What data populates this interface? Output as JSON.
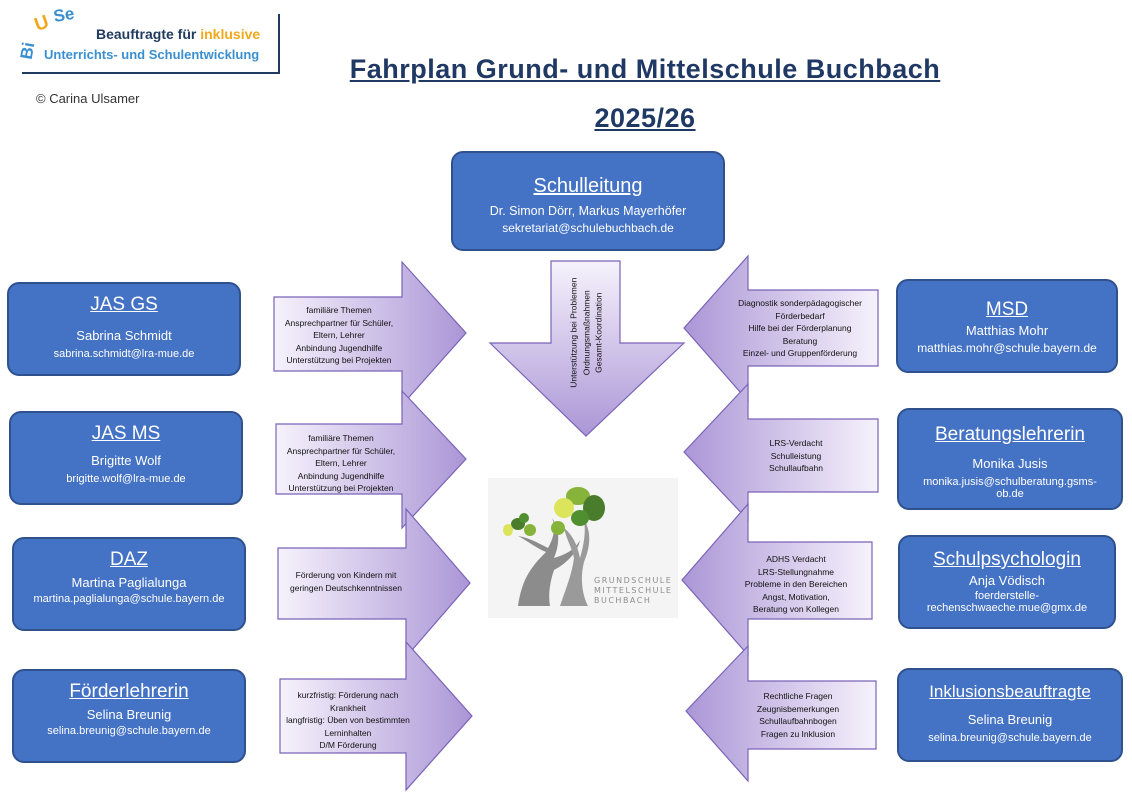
{
  "logo": {
    "wordmark": "BiUSe",
    "line1_a": "Beauftragte für ",
    "line1_b": "inklusive",
    "line2": "Unterrichts- und Schulentwicklung",
    "copyright": "© Carina Ulsamer"
  },
  "title": {
    "line1": "Fahrplan Grund- und Mittelschule Buchbach",
    "line2": "2025/26"
  },
  "center": {
    "heading": "Schulleitung",
    "names": "Dr. Simon Dörr, Markus Mayerhöfer",
    "email": "sekretariat@schulebuchbach.de",
    "arrow_lines": [
      "Unterstützung bei Problemen",
      "Ordnungsmaßnahmen",
      "Gesamt-Koordination"
    ]
  },
  "school_logo": {
    "lines": [
      "GRUNDSCHULE",
      "MITTELSCHULE",
      "BUCHBACH"
    ]
  },
  "left_boxes": [
    {
      "heading": "JAS GS",
      "name": "Sabrina Schmidt",
      "email": "sabrina.schmidt@lra-mue.de"
    },
    {
      "heading": "JAS MS",
      "name": "Brigitte Wolf",
      "email": "brigitte.wolf@lra-mue.de"
    },
    {
      "heading": "DAZ",
      "name": "Martina Paglialunga",
      "email": "martina.paglialunga@schule.bayern.de"
    },
    {
      "heading": "Förderlehrerin",
      "name": "Selina Breunig",
      "email": "selina.breunig@schule.bayern.de"
    }
  ],
  "right_boxes": [
    {
      "heading": "MSD",
      "name": "Matthias Mohr",
      "email": "matthias.mohr@schule.bayern.de"
    },
    {
      "heading": "Beratungslehrerin",
      "name": "Monika Jusis",
      "email": "monika.jusis@schulberatung.gsms-ob.de"
    },
    {
      "heading": "Schulpsychologin",
      "name": "Anja Vödisch",
      "email": "foerderstelle-rechenschwaeche.mue@gmx.de"
    },
    {
      "heading": "Inklusionsbeauftragte",
      "name": "Selina Breunig",
      "email": "selina.breunig@schule.bayern.de"
    }
  ],
  "left_arrows": [
    {
      "lines": [
        "familiäre Themen",
        "Ansprechpartner für Schüler,",
        "Eltern, Lehrer",
        "Anbindung Jugendhilfe",
        "Unterstützung bei Projekten"
      ]
    },
    {
      "lines": [
        "familiäre Themen",
        "Ansprechpartner für Schüler,",
        "Eltern, Lehrer",
        "Anbindung Jugendhilfe",
        "Unterstützung bei Projekten"
      ]
    },
    {
      "lines": [
        "Förderung von Kindern mit",
        "geringen Deutschkenntnissen"
      ]
    },
    {
      "lines": [
        "kurzfristig: Förderung nach",
        "Krankheit",
        "langfristig: Üben von bestimmten",
        "Lerninhalten",
        "D/M Förderung"
      ]
    }
  ],
  "right_arrows": [
    {
      "lines": [
        "Diagnostik sonderpädagogischer",
        "Förderbedarf",
        "Hilfe bei der Förderplanung",
        "Beratung",
        "Einzel- und Gruppenförderung"
      ]
    },
    {
      "lines": [
        "LRS-Verdacht",
        "Schulleistung",
        "Schullaufbahn"
      ]
    },
    {
      "lines": [
        "ADHS Verdacht",
        "LRS-Stellungnahme",
        "Probleme in den Bereichen",
        "Angst, Motivation,",
        "Beratung von Kollegen"
      ]
    },
    {
      "lines": [
        "Rechtliche Fragen",
        "Zeugnisbemerkungen",
        "Schullaufbahnbogen",
        "Fragen zu Inklusion"
      ]
    }
  ],
  "colors": {
    "box_fill": "#4472c4",
    "box_border": "#2f528f",
    "arrow_light": "#f4effb",
    "arrow_dark": "#ad9ad8",
    "title": "#1f3864"
  }
}
